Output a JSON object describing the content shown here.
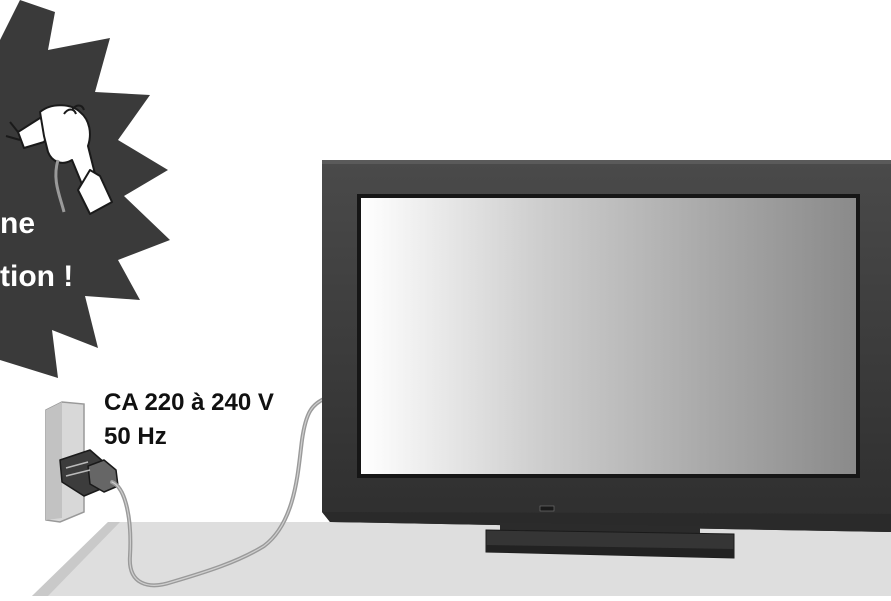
{
  "burst": {
    "line1": "ne",
    "line2": "tion !"
  },
  "power_label": {
    "line1": "CA 220 à 240 V",
    "line2": "50 Hz"
  },
  "colors": {
    "burst_fill": "#3a3a3a",
    "tv_frame": "#3c3c3c",
    "floor": "#dedede",
    "outlet": "#d8d8d8",
    "cable": "#9a9a9a"
  },
  "icons": {
    "hand": "hand-holding-plug-icon",
    "plug": "plug-icon",
    "outlet": "wall-outlet-icon",
    "tv": "flat-tv-icon"
  }
}
